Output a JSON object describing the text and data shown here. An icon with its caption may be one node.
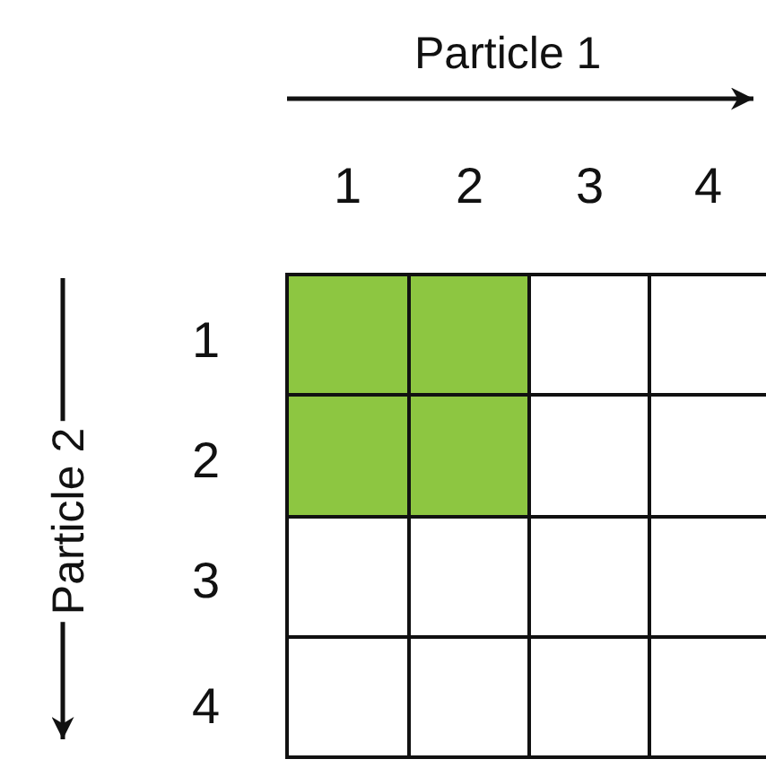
{
  "diagram": {
    "labels": [
      "Particle 1",
      "1",
      "2",
      "3",
      "4",
      "Particle 2",
      "1",
      "2",
      "3",
      "4"
    ]
  }
}
